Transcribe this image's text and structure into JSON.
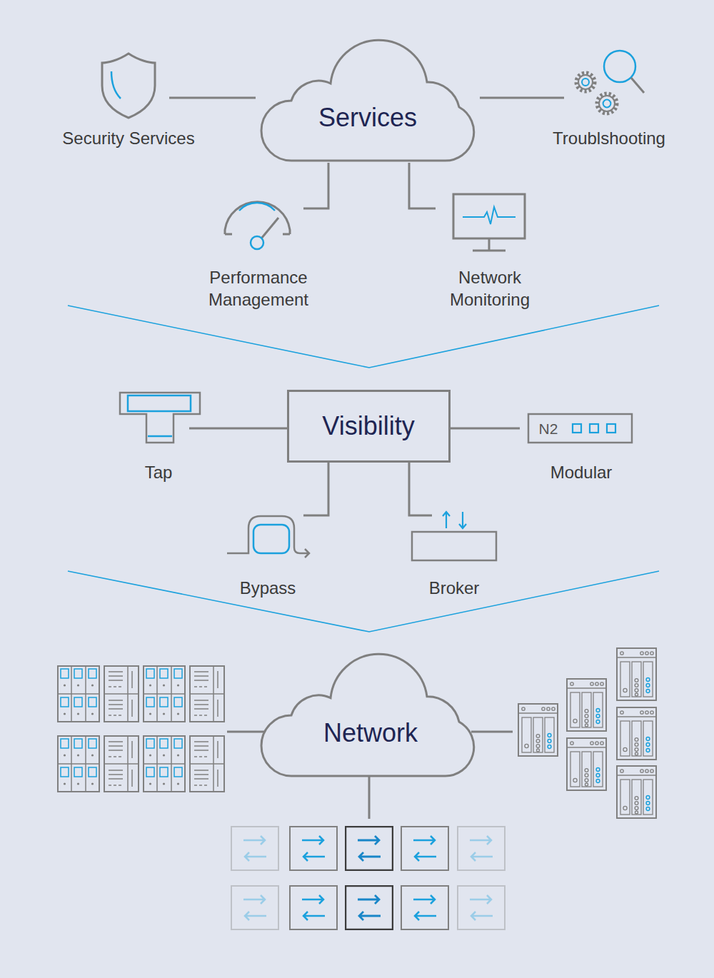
{
  "diagram": {
    "nodes": [
      {
        "text": [
          "Services"
        ]
      },
      {
        "text": [
          "Security Services"
        ]
      },
      {
        "text": [
          "Troublshooting"
        ]
      },
      {
        "text": [
          "Performance Management"
        ]
      },
      {
        "text": [
          "Network Monitoring"
        ]
      },
      {
        "text": [
          "Visibility"
        ]
      },
      {
        "text": [
          "Tap"
        ]
      },
      {
        "text": [
          "N2",
          "Modular"
        ]
      },
      {
        "text": [
          "Bypass"
        ]
      },
      {
        "text": [
          "Broker"
        ]
      },
      {
        "text": [
          "Network"
        ]
      }
    ],
    "edges": [
      {
        "from": 0,
        "to": 1,
        "arrow": "none"
      },
      {
        "from": 0,
        "to": 2,
        "arrow": "none"
      },
      {
        "from": 0,
        "to": 3,
        "arrow": "none"
      },
      {
        "from": 0,
        "to": 4,
        "arrow": "none"
      },
      {
        "from": 5,
        "to": 6,
        "arrow": "none"
      },
      {
        "from": 5,
        "to": 7,
        "arrow": "none"
      },
      {
        "from": 5,
        "to": 8,
        "arrow": "none"
      },
      {
        "from": 5,
        "to": 9,
        "arrow": "none"
      }
    ]
  }
}
